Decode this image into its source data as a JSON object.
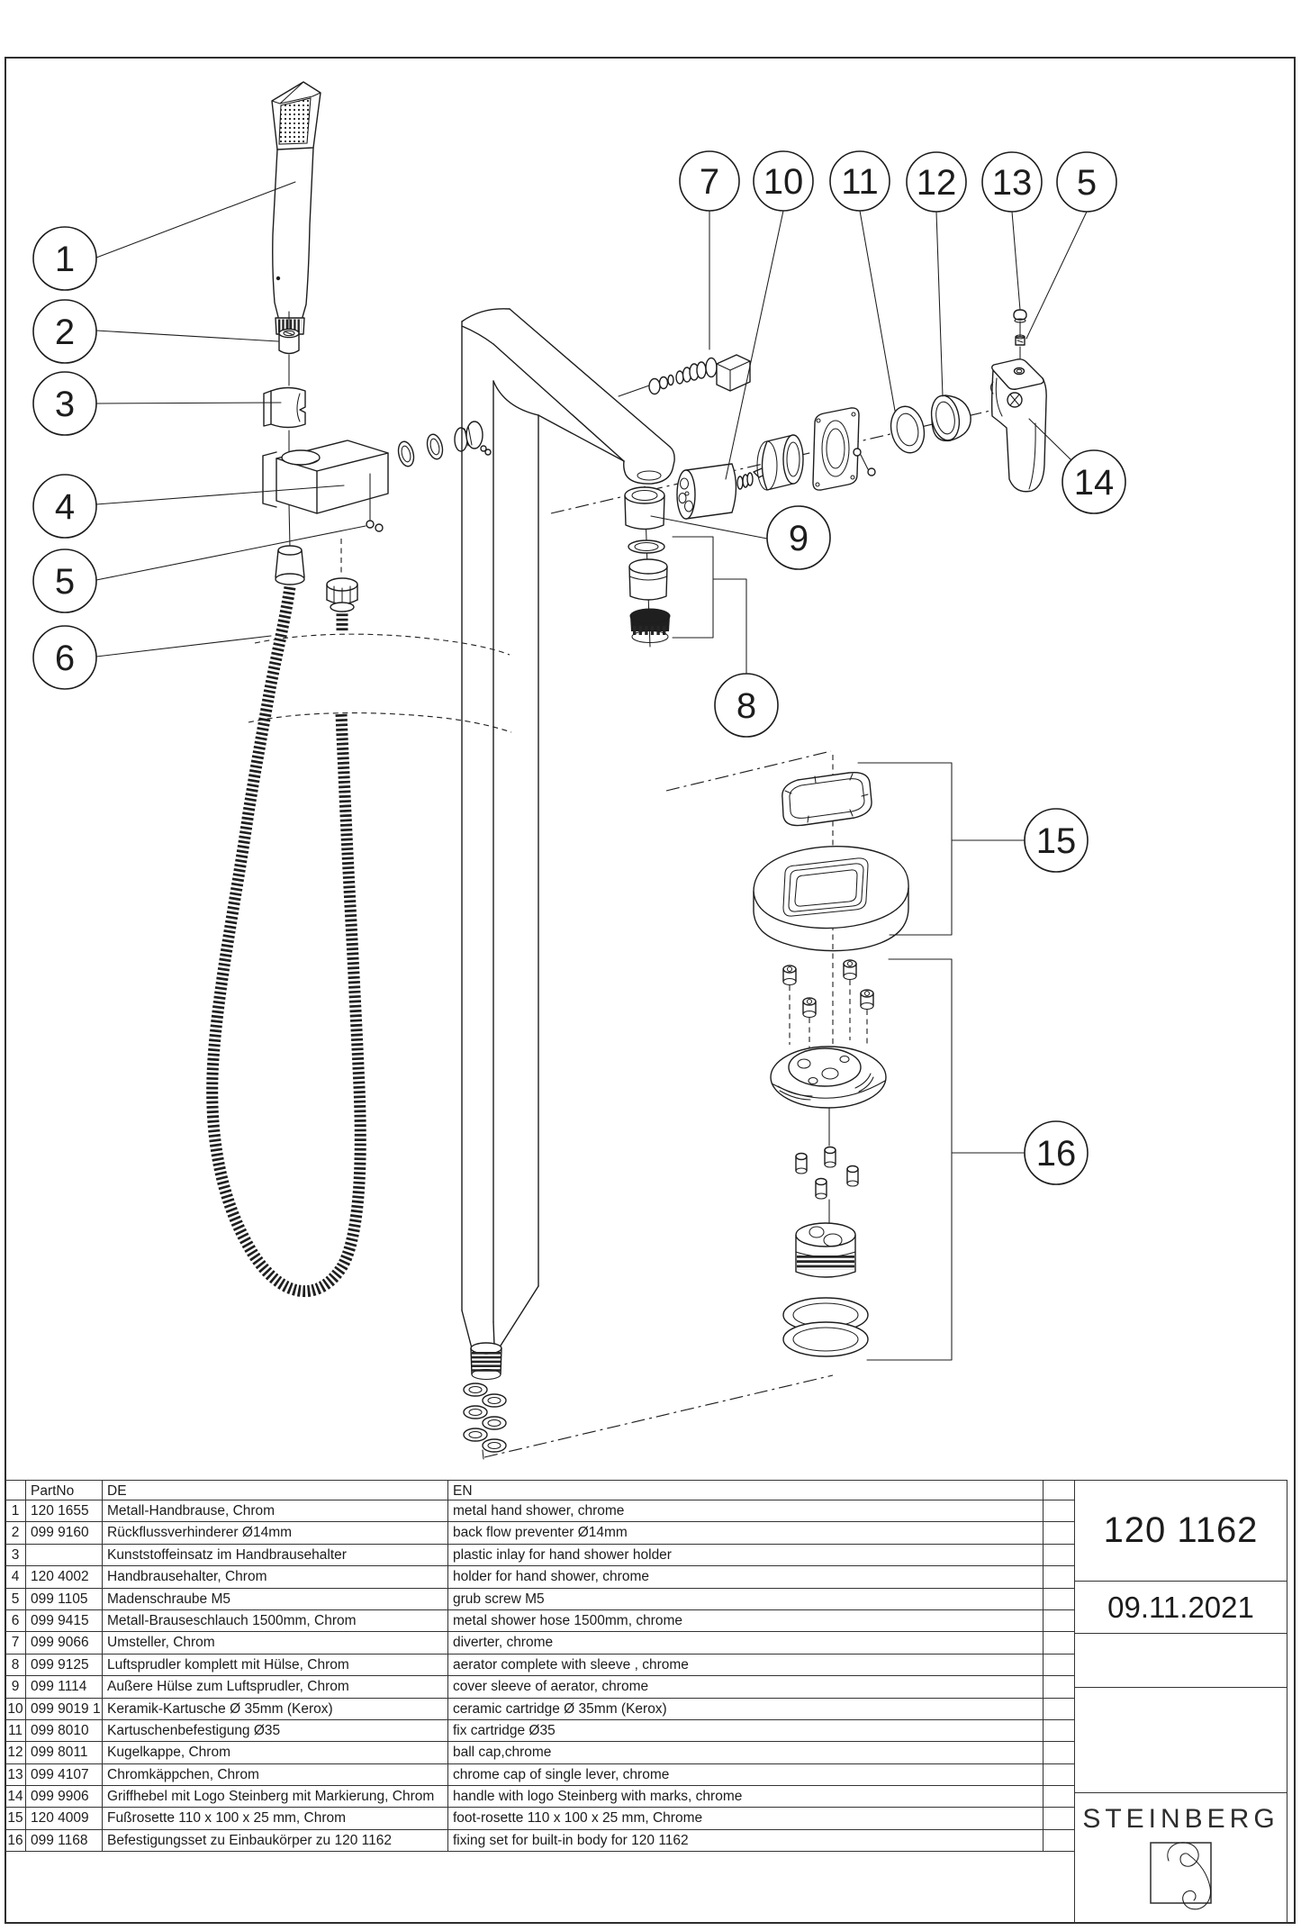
{
  "document": {
    "kind": "spare-parts exploded diagram sheet"
  },
  "title_block": {
    "article_number": "120 1162",
    "date": "09.11.2021",
    "brand": "STEINBERG",
    "logo": "steinberg-signet (square with s-curve)"
  },
  "table": {
    "headers": {
      "no": "",
      "part_no": "PartNo",
      "de": "DE",
      "en": "EN"
    },
    "rows": [
      {
        "no": "1",
        "part_no": "120 1655",
        "de": "Metall-Handbrause, Chrom",
        "en": "metal hand shower, chrome"
      },
      {
        "no": "2",
        "part_no": "099 9160",
        "de": "Rückflussverhinderer Ø14mm",
        "en": "back flow preventer Ø14mm"
      },
      {
        "no": "3",
        "part_no": "",
        "de": "Kunststoffeinsatz im Handbrausehalter",
        "en": "plastic inlay for hand shower holder"
      },
      {
        "no": "4",
        "part_no": "120 4002",
        "de": "Handbrausehalter, Chrom",
        "en": "holder for hand shower, chrome"
      },
      {
        "no": "5",
        "part_no": "099 1105",
        "de": "Madenschraube M5",
        "en": "grub screw M5"
      },
      {
        "no": "6",
        "part_no": "099 9415",
        "de": "Metall-Brauseschlauch 1500mm, Chrom",
        "en": "metal shower hose 1500mm, chrome"
      },
      {
        "no": "7",
        "part_no": "099 9066",
        "de": "Umsteller, Chrom",
        "en": "diverter, chrome"
      },
      {
        "no": "8",
        "part_no": "099 9125",
        "de": "Luftsprudler komplett mit Hülse, Chrom",
        "en": "aerator complete with sleeve , chrome"
      },
      {
        "no": "9",
        "part_no": "099 1114",
        "de": "Außere Hülse zum Luftsprudler, Chrom",
        "en": "cover sleeve of aerator, chrome"
      },
      {
        "no": "10",
        "part_no": "099 9019 1",
        "de": "Keramik-Kartusche Ø 35mm (Kerox)",
        "en": "ceramic cartridge Ø 35mm (Kerox)"
      },
      {
        "no": "11",
        "part_no": "099 8010",
        "de": "Kartuschenbefestigung Ø35",
        "en": "fix cartridge Ø35"
      },
      {
        "no": "12",
        "part_no": "099 8011",
        "de": "Kugelkappe, Chrom",
        "en": "ball cap,chrome"
      },
      {
        "no": "13",
        "part_no": "099 4107",
        "de": "Chromkäppchen, Chrom",
        "en": "chrome cap of single lever, chrome"
      },
      {
        "no": "14",
        "part_no": "099 9906",
        "de": "Griffhebel mit Logo Steinberg mit Markierung, Chrom",
        "en": "handle with logo Steinberg with marks, chrome"
      },
      {
        "no": "15",
        "part_no": "120 4009",
        "de": "Fußrosette 110 x 100 x 25 mm, Chrom",
        "en": "foot-rosette 110 x 100 x 25 mm, Chrome"
      },
      {
        "no": "16",
        "part_no": "099 1168",
        "de": "Befestigungsset zu Einbaukörper zu 120 1162",
        "en": "fixing set for built-in body for 120 1162"
      }
    ]
  },
  "callouts": [
    {
      "label": "1"
    },
    {
      "label": "2"
    },
    {
      "label": "3"
    },
    {
      "label": "4"
    },
    {
      "label": "5"
    },
    {
      "label": "6"
    },
    {
      "label": "7"
    },
    {
      "label": "10"
    },
    {
      "label": "11"
    },
    {
      "label": "12"
    },
    {
      "label": "13"
    },
    {
      "label": "5"
    },
    {
      "label": "14"
    },
    {
      "label": "9"
    },
    {
      "label": "8"
    },
    {
      "label": "15"
    },
    {
      "label": "16"
    }
  ],
  "colors": {
    "line": "#1d1d1d",
    "background": "#ffffff"
  }
}
